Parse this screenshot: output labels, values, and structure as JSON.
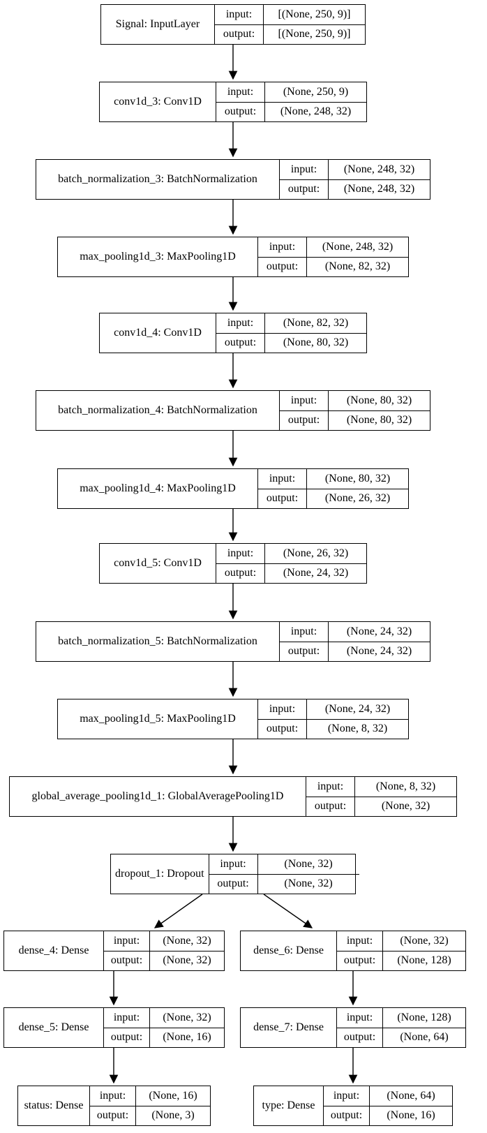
{
  "diagram_title": "Keras model architecture graph",
  "labels": {
    "input": "input:",
    "output": "output:"
  },
  "colors": {
    "border": "#000000",
    "background": "#ffffff",
    "text": "#000000",
    "edge": "#000000"
  },
  "nodes": [
    {
      "id": "signal",
      "name": "Signal: InputLayer",
      "input": "[(None, 250, 9)]",
      "output": "[(None, 250, 9)]"
    },
    {
      "id": "conv1d_3",
      "name": "conv1d_3: Conv1D",
      "input": "(None, 250, 9)",
      "output": "(None, 248, 32)"
    },
    {
      "id": "batch_normalization_3",
      "name": "batch_normalization_3: BatchNormalization",
      "input": "(None, 248, 32)",
      "output": "(None, 248, 32)"
    },
    {
      "id": "max_pooling1d_3",
      "name": "max_pooling1d_3: MaxPooling1D",
      "input": "(None, 248, 32)",
      "output": "(None, 82, 32)"
    },
    {
      "id": "conv1d_4",
      "name": "conv1d_4: Conv1D",
      "input": "(None, 82, 32)",
      "output": "(None, 80, 32)"
    },
    {
      "id": "batch_normalization_4",
      "name": "batch_normalization_4: BatchNormalization",
      "input": "(None, 80, 32)",
      "output": "(None, 80, 32)"
    },
    {
      "id": "max_pooling1d_4",
      "name": "max_pooling1d_4: MaxPooling1D",
      "input": "(None, 80, 32)",
      "output": "(None, 26, 32)"
    },
    {
      "id": "conv1d_5",
      "name": "conv1d_5: Conv1D",
      "input": "(None, 26, 32)",
      "output": "(None, 24, 32)"
    },
    {
      "id": "batch_normalization_5",
      "name": "batch_normalization_5: BatchNormalization",
      "input": "(None, 24, 32)",
      "output": "(None, 24, 32)"
    },
    {
      "id": "max_pooling1d_5",
      "name": "max_pooling1d_5: MaxPooling1D",
      "input": "(None, 24, 32)",
      "output": "(None, 8, 32)"
    },
    {
      "id": "global_average_pooling1d_1",
      "name": "global_average_pooling1d_1: GlobalAveragePooling1D",
      "input": "(None, 8, 32)",
      "output": "(None, 32)"
    },
    {
      "id": "dropout_1",
      "name": "dropout_1: Dropout",
      "input": "(None, 32)",
      "output": "(None, 32)"
    },
    {
      "id": "dense_4",
      "name": "dense_4: Dense",
      "input": "(None, 32)",
      "output": "(None, 32)"
    },
    {
      "id": "dense_6",
      "name": "dense_6: Dense",
      "input": "(None, 32)",
      "output": "(None, 128)"
    },
    {
      "id": "dense_5",
      "name": "dense_5: Dense",
      "input": "(None, 32)",
      "output": "(None, 16)"
    },
    {
      "id": "dense_7",
      "name": "dense_7: Dense",
      "input": "(None, 128)",
      "output": "(None, 64)"
    },
    {
      "id": "status",
      "name": "status: Dense",
      "input": "(None, 16)",
      "output": "(None, 3)"
    },
    {
      "id": "type",
      "name": "type: Dense",
      "input": "(None, 64)",
      "output": "(None, 16)"
    }
  ],
  "edges": [
    [
      "signal",
      "conv1d_3"
    ],
    [
      "conv1d_3",
      "batch_normalization_3"
    ],
    [
      "batch_normalization_3",
      "max_pooling1d_3"
    ],
    [
      "max_pooling1d_3",
      "conv1d_4"
    ],
    [
      "conv1d_4",
      "batch_normalization_4"
    ],
    [
      "batch_normalization_4",
      "max_pooling1d_4"
    ],
    [
      "max_pooling1d_4",
      "conv1d_5"
    ],
    [
      "conv1d_5",
      "batch_normalization_5"
    ],
    [
      "batch_normalization_5",
      "max_pooling1d_5"
    ],
    [
      "max_pooling1d_5",
      "global_average_pooling1d_1"
    ],
    [
      "global_average_pooling1d_1",
      "dropout_1"
    ],
    [
      "dropout_1",
      "dense_4"
    ],
    [
      "dropout_1",
      "dense_6"
    ],
    [
      "dense_4",
      "dense_5"
    ],
    [
      "dense_5",
      "status"
    ],
    [
      "dense_6",
      "dense_7"
    ],
    [
      "dense_7",
      "type"
    ]
  ]
}
